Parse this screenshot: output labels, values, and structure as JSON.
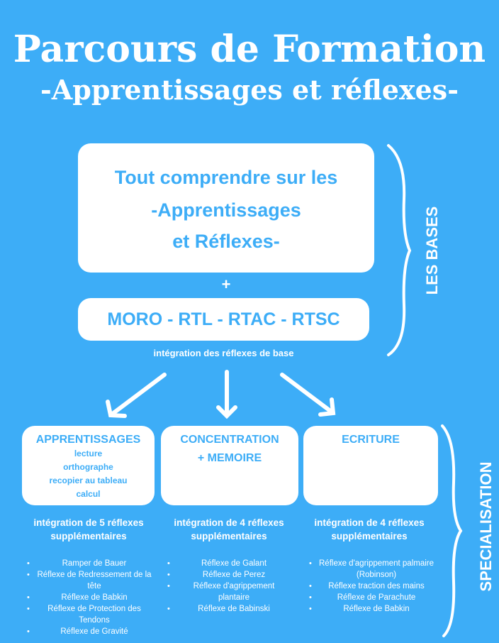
{
  "title": {
    "line1": "Parcours de Formation",
    "line2": "-Apprentissages et réflexes-"
  },
  "main_box": {
    "line1": "Tout comprendre sur les",
    "line2": "-Apprentissages",
    "line3": "et Réflexes-"
  },
  "plus": "+",
  "reflexes_box": "MORO - RTL - RTAC - RTSC",
  "integration_base": "intégration des réflexes de base",
  "side_labels": {
    "bases": "LES BASES",
    "specialisation": "SPECIALISATION"
  },
  "columns": [
    {
      "title": "APPRENTISSAGES",
      "subtitles": [
        "lecture",
        "orthographe",
        "recopier au tableau",
        "calcul"
      ],
      "integration_line1": "intégration de 5 réflexes",
      "integration_line2": "supplémentaires",
      "reflexes": [
        "Ramper de Bauer",
        "Réflexe de Redressement de la tête",
        "Réflexe de Babkin",
        "Réflexe de Protection des Tendons",
        "Réflexe de Gravité"
      ]
    },
    {
      "title": "CONCENTRATION",
      "subtitles": [
        "+ MEMOIRE"
      ],
      "integration_line1": "intégration de 4 réflexes",
      "integration_line2": "supplémentaires",
      "reflexes": [
        "Réflexe de Galant",
        "Réflexe de Perez",
        "Réflexe d'agrippement plantaire",
        "Réflexe de Babinski"
      ]
    },
    {
      "title": "ECRITURE",
      "subtitles": [],
      "integration_line1": "intégration de 4 réflexes",
      "integration_line2": "supplémentaires",
      "reflexes": [
        "Réflexe d'agrippement palmaire (Robinson)",
        "Réflexe traction des mains",
        "Réflexe de Parachute",
        "Réflexe de Babkin"
      ]
    }
  ],
  "colors": {
    "background": "#3dadf7",
    "box": "#ffffff",
    "accent_text": "#3dadf7"
  }
}
